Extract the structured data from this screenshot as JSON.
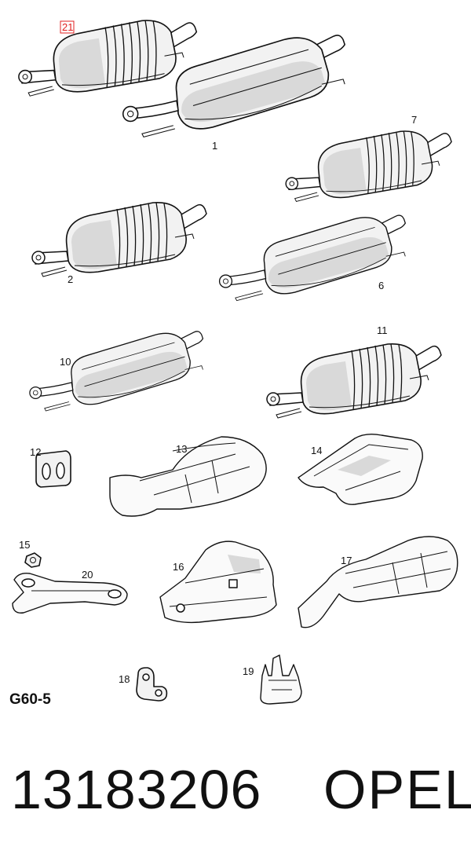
{
  "callouts": {
    "p21": "21",
    "p1": "1",
    "p7": "7",
    "p2": "2",
    "p6": "6",
    "p10": "10",
    "p11": "11",
    "p12": "12",
    "p13": "13",
    "p14": "14",
    "p15": "15",
    "p20": "20",
    "p16": "16",
    "p17": "17",
    "p18": "18",
    "p19": "19"
  },
  "catalog_code": "G60-5",
  "part_number": "13183206",
  "brand": "OPEL",
  "highlight_color": "#e02020"
}
